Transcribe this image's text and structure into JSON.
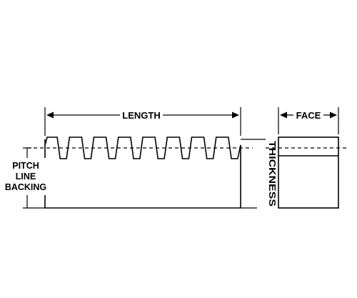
{
  "labels": {
    "length": "LENGTH",
    "face": "FACE",
    "pitch_line_backing_1": "PITCH",
    "pitch_line_backing_2": "LINE",
    "pitch_line_backing_3": "BACKING",
    "thickness": "THICKNESS"
  },
  "colors": {
    "line": "#000000",
    "background": "#ffffff"
  },
  "rack": {
    "teeth_count": 8
  }
}
